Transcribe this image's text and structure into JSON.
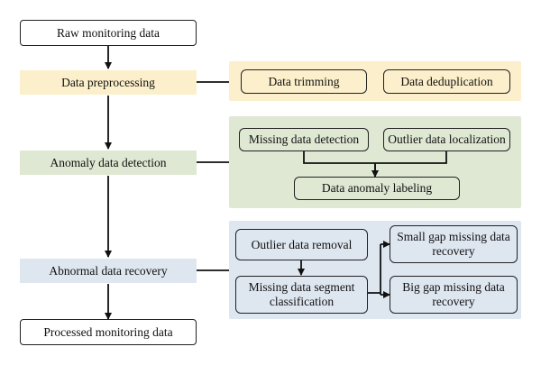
{
  "colors": {
    "preprocessing_bg": "#FCEFCB",
    "detection_bg": "#DFE8D3",
    "recovery_bg": "#DEE6F0",
    "line": "#111111"
  },
  "flow": {
    "start": "Raw monitoring data",
    "preprocessing": "Data preprocessing",
    "detection": "Anomaly data detection",
    "recovery": "Abnormal data recovery",
    "end": "Processed monitoring data"
  },
  "preprocessing_steps": {
    "trimming": "Data trimming",
    "deduplication": "Data deduplication"
  },
  "detection_steps": {
    "missing_detection": "Missing data detection",
    "outlier_localization": "Outlier data localization",
    "labeling": "Data anomaly labeling"
  },
  "recovery_steps": {
    "outlier_removal": "Outlier data removal",
    "segment_classification": "Missing data segment classification",
    "small_gap": "Small gap missing data recovery",
    "big_gap": "Big gap missing data recovery"
  }
}
